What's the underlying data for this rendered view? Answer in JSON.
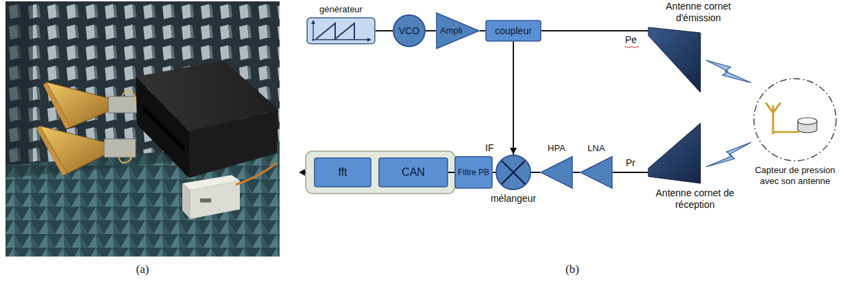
{
  "diagram": {
    "nodes": [
      {
        "text": [
          "générateur"
        ]
      },
      {
        "text": [
          "VCO"
        ]
      },
      {
        "text": [
          "Ampli"
        ]
      },
      {
        "text": [
          "coupleur"
        ]
      },
      {
        "text": [
          "Antenne cornet d'émission"
        ]
      },
      {
        "text": [
          "Capteur de pression avec son antenne"
        ]
      },
      {
        "text": [
          "fft"
        ]
      },
      {
        "text": [
          "CAN"
        ]
      },
      {
        "text": [
          "Filtre PB"
        ]
      },
      {
        "text": [
          "mélangeur"
        ]
      },
      {
        "text": [
          "HPA"
        ]
      },
      {
        "text": [
          "LNA"
        ]
      },
      {
        "text": [
          "Antenne cornet de réception"
        ]
      }
    ],
    "edges": [
      {
        "from": 0,
        "to": 1,
        "arrow": "none"
      },
      {
        "from": 1,
        "to": 2,
        "arrow": "none"
      },
      {
        "from": 2,
        "to": 3,
        "arrow": "none"
      },
      {
        "from": 3,
        "to": 4,
        "arrow": "none"
      },
      {
        "from": 3,
        "to": 9,
        "arrow": "to"
      },
      {
        "from": 12,
        "to": 11,
        "arrow": "none"
      },
      {
        "from": 11,
        "to": 10,
        "arrow": "none"
      },
      {
        "from": 10,
        "to": 9,
        "arrow": "none"
      },
      {
        "from": 9,
        "to": 8,
        "arrow": "none"
      },
      {
        "from": 8,
        "to": 7,
        "arrow": "none"
      }
    ],
    "labels": [
      "Pe",
      "Pr",
      "IF",
      "(a)",
      "(b)"
    ]
  }
}
